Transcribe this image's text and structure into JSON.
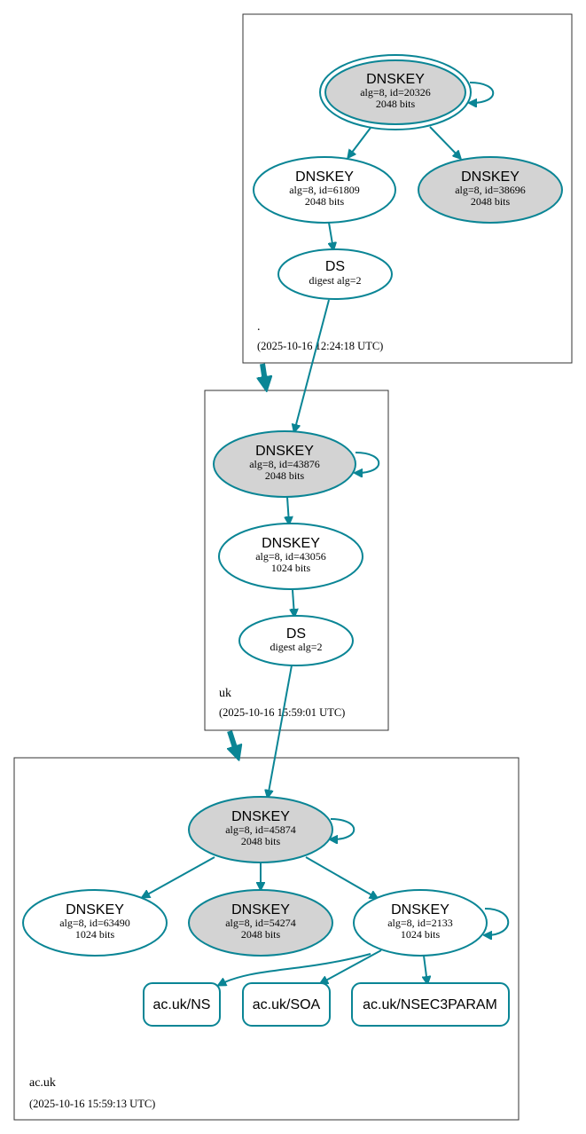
{
  "colors": {
    "accent": "#0a8595",
    "secure_fill": "#d3d3d3",
    "zone_border": "#333333"
  },
  "zones": {
    "root": {
      "name": ".",
      "timestamp": "(2025-10-16 12:24:18 UTC)"
    },
    "uk": {
      "name": "uk",
      "timestamp": "(2025-10-16 15:59:01 UTC)"
    },
    "acuk": {
      "name": "ac.uk",
      "timestamp": "(2025-10-16 15:59:13 UTC)"
    }
  },
  "nodes": {
    "root_ksk": {
      "type": "DNSKEY",
      "line1": "alg=8, id=20326",
      "line2": "2048 bits"
    },
    "root_zsk1": {
      "type": "DNSKEY",
      "line1": "alg=8, id=61809",
      "line2": "2048 bits"
    },
    "root_zsk2": {
      "type": "DNSKEY",
      "line1": "alg=8, id=38696",
      "line2": "2048 bits"
    },
    "root_ds": {
      "type": "DS",
      "line1": "digest alg=2"
    },
    "uk_ksk": {
      "type": "DNSKEY",
      "line1": "alg=8, id=43876",
      "line2": "2048 bits"
    },
    "uk_zsk": {
      "type": "DNSKEY",
      "line1": "alg=8, id=43056",
      "line2": "1024 bits"
    },
    "uk_ds": {
      "type": "DS",
      "line1": "digest alg=2"
    },
    "acuk_ksk": {
      "type": "DNSKEY",
      "line1": "alg=8, id=45874",
      "line2": "2048 bits"
    },
    "acuk_k1": {
      "type": "DNSKEY",
      "line1": "alg=8, id=63490",
      "line2": "1024 bits"
    },
    "acuk_k2": {
      "type": "DNSKEY",
      "line1": "alg=8, id=54274",
      "line2": "2048 bits"
    },
    "acuk_k3": {
      "type": "DNSKEY",
      "line1": "alg=8, id=2133",
      "line2": "1024 bits"
    }
  },
  "rrsets": {
    "ns": "ac.uk/NS",
    "soa": "ac.uk/SOA",
    "nsec3param": "ac.uk/NSEC3PARAM"
  }
}
